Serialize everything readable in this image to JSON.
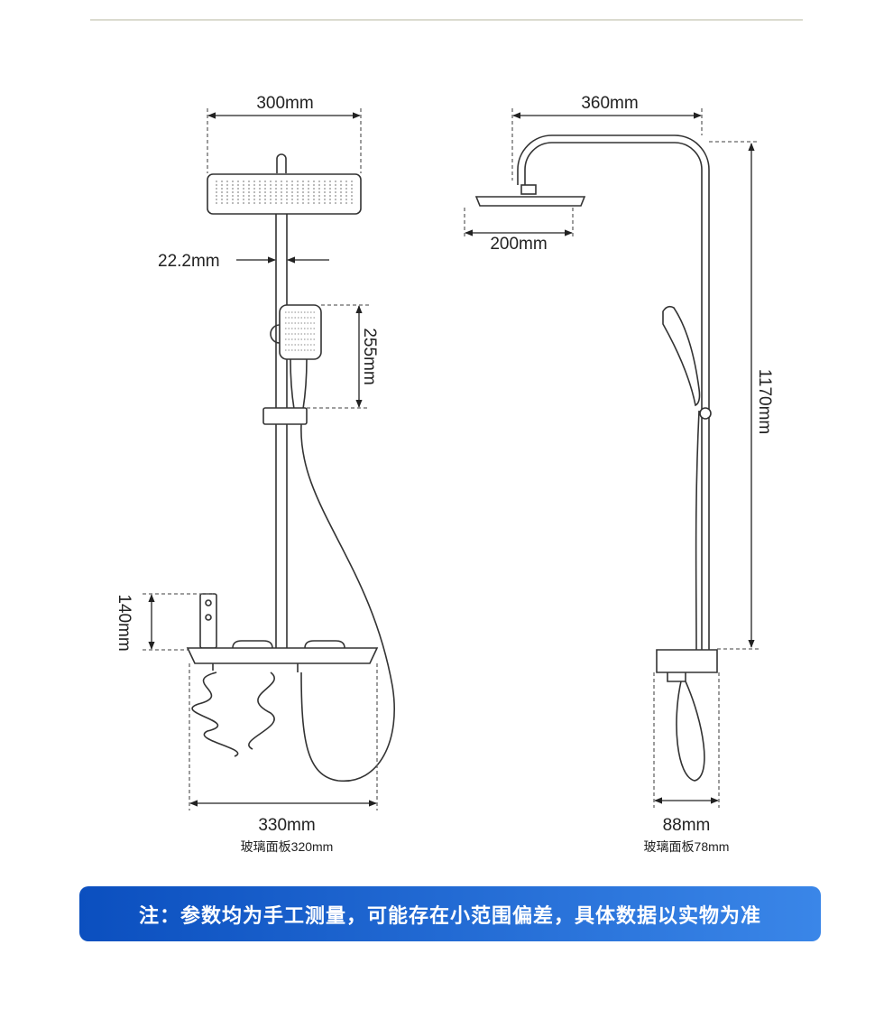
{
  "front_view": {
    "head_width": "300mm",
    "pipe_diameter": "22.2mm",
    "handheld_length": "255mm",
    "valve_height": "140mm",
    "shelf_width": "330mm",
    "glass_panel": "玻璃面板320mm"
  },
  "side_view": {
    "arm_reach": "360mm",
    "head_depth": "200mm",
    "total_height": "1170mm",
    "shelf_depth": "88mm",
    "glass_panel": "玻璃面板78mm"
  },
  "note": "注：参数均为手工测量，可能存在小范围偏差，具体数据以实物为准",
  "colors": {
    "banner_start": "#0b4fbf",
    "banner_end": "#3a86e8",
    "line": "#333333"
  }
}
